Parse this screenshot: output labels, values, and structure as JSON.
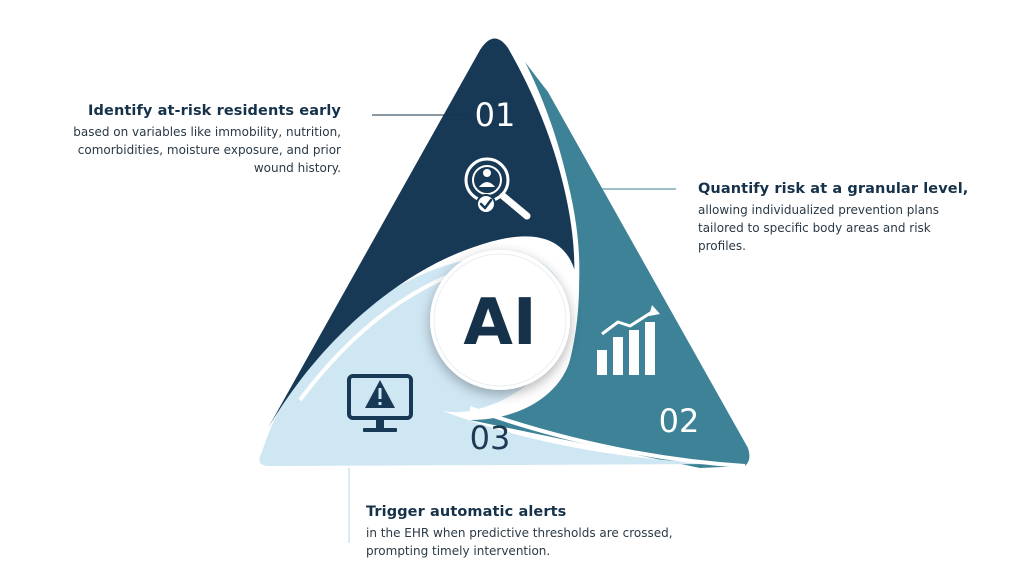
{
  "center_label": "AI",
  "segments": [
    {
      "number": "01",
      "title": "Identify at-risk residents early",
      "body": "based on variables like immobility, nutrition, comorbidities, moisture exposure, and prior wound history.",
      "icon": "magnifier-person-check-icon"
    },
    {
      "number": "02",
      "title": "Quantify risk at a granular level,",
      "body": "allowing individualized prevention plans tailored to specific body areas and risk profiles.",
      "icon": "bar-chart-trend-icon"
    },
    {
      "number": "03",
      "title": "Trigger automatic alerts",
      "body": "in the EHR when predictive thresholds are crossed, prompting timely intervention.",
      "icon": "monitor-alert-icon"
    }
  ],
  "colors": {
    "segment_1": "#183956",
    "segment_2": "#3d8297",
    "segment_3": "#cfe6f3",
    "text": "#16324a",
    "center_circle": "#ffffff"
  }
}
